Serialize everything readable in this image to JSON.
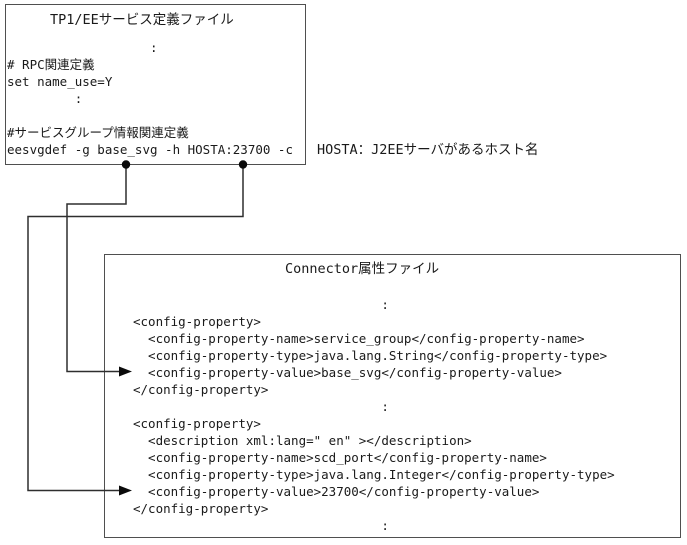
{
  "colors": {
    "background": "#ffffff",
    "text": "#1a1a1a",
    "box_border": "#4f4f4f",
    "wire": "#2e2e2e",
    "marker": "#0a0a0a"
  },
  "tp1_box": {
    "title": "TP1/EEサービス定義ファイル",
    "lines": [
      "                   :",
      "# RPC関連定義",
      "set name_use=Y",
      "         :",
      "",
      "#サービスグループ情報関連定義",
      "eesvgdef -g base_svg -h HOSTA:23700 -c"
    ]
  },
  "hosta_annotation": "HOSTA：J2EEサーバがあるホスト名",
  "connector_box": {
    "title": "Connector属性ファイル",
    "lines": [
      "                                 :",
      "<config-property>",
      "  <config-property-name>service_group</config-property-name>",
      "  <config-property-type>java.lang.String</config-property-type>",
      "  <config-property-value>base_svg</config-property-value>",
      "</config-property>",
      "                                 :",
      "<config-property>",
      "  <description xml:lang=\" en\" ></description>",
      "  <config-property-name>scd_port</config-property-name>",
      "  <config-property-type>java.lang.Integer</config-property-type>",
      "  <config-property-value>23700</config-property-value>",
      "</config-property>",
      "                                 :"
    ]
  }
}
